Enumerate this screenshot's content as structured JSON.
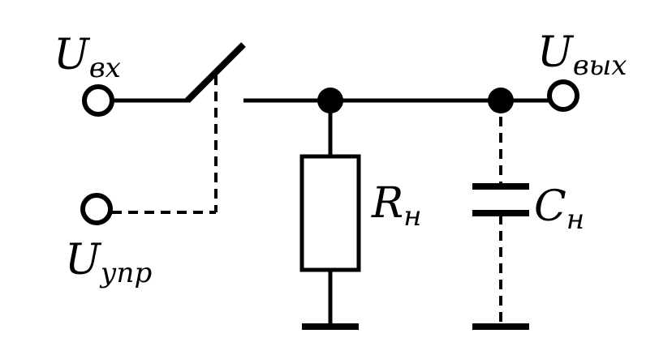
{
  "labels": {
    "input": {
      "main": "U",
      "sub": "вх"
    },
    "control": {
      "main": "U",
      "sub": "упр"
    },
    "output": {
      "main": "U",
      "sub": "вых"
    },
    "load_resistor": {
      "main": "R",
      "sub": "н"
    },
    "load_capacitor": {
      "main": "C",
      "sub": "н"
    }
  },
  "colors": {
    "stroke": "#000000",
    "background": "#ffffff"
  }
}
